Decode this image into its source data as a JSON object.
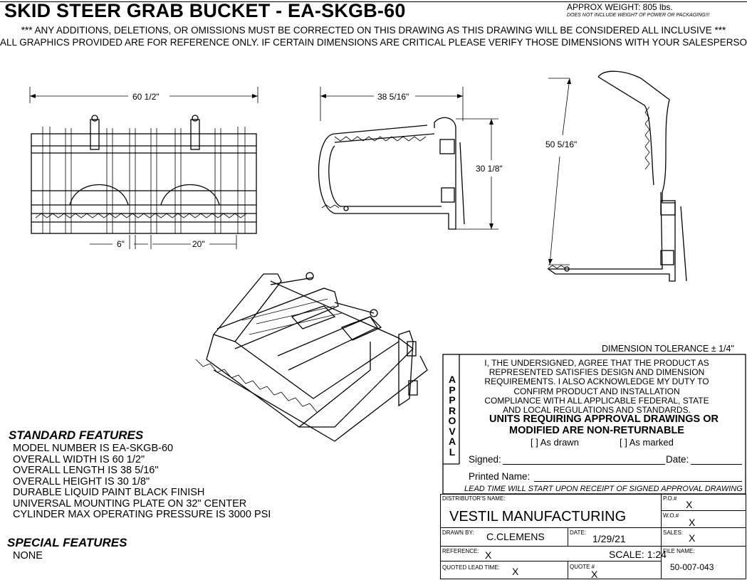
{
  "header": {
    "title": "SKID STEER GRAB BUCKET - EA-SKGB-60",
    "approx_weight": "APPROX WEIGHT: 805 lbs.",
    "weight_note": "DOES NOT INCLUDE WEIGHT OF POWER OR PACKAGING!!!",
    "warning_line1": "*** ANY ADDITIONS, DELETIONS, OR OMISSIONS MUST BE CORRECTED ON THIS DRAWING AS THIS DRAWING WILL BE CONSIDERED ALL INCLUSIVE ***",
    "warning_line2": "ALL GRAPHICS PROVIDED ARE FOR REFERENCE ONLY. IF CERTAIN DIMENSIONS ARE CRITICAL PLEASE VERIFY THOSE DIMENSIONS WITH YOUR SALESPERSON"
  },
  "dimensions": {
    "front_width": "60 1/2\"",
    "tine_spacing": "6\"",
    "tine_gap": "20\"",
    "side_length": "38 5/16\"",
    "side_height": "30 1/8\"",
    "open_height": "50 5/16\""
  },
  "standard_features": {
    "heading": "STANDARD FEATURES",
    "items": [
      "MODEL NUMBER IS EA-SKGB-60",
      "OVERALL WIDTH IS   60 1/2\"",
      "OVERALL LENGTH IS  38 5/16\"",
      "OVERALL HEIGHT IS  30 1/8\"",
      "DURABLE LIQUID PAINT BLACK FINISH",
      "UNIVERSAL MOUNTING PLATE ON 32\" CENTER",
      "CYLINDER MAX OPERATING PRESSURE IS 3000 PSI"
    ]
  },
  "special_features": {
    "heading": "SPECIAL FEATURES",
    "items": [
      "NONE"
    ]
  },
  "approval": {
    "tolerance": "DIMENSION TOLERANCE ± 1/4\"",
    "side_letters": [
      "A",
      "P",
      "P",
      "R",
      "O",
      "V",
      "A",
      "L"
    ],
    "statement": [
      "I, THE UNDERSIGNED, AGREE THAT THE PRODUCT AS",
      "REPRESENTED SATISFIES DESIGN AND DIMENSION",
      "REQUIREMENTS.  I ALSO ACKNOWLEDGE MY DUTY TO",
      "CONFIRM PRODUCT AND INSTALLATION",
      "COMPLIANCE WITH ALL APPLICABLE FEDERAL, STATE",
      "AND LOCAL REGULATIONS AND STANDARDS."
    ],
    "nonreturn_1": "UNITS REQUIRING APPROVAL DRAWINGS OR",
    "nonreturn_2": "MODIFIED ARE NON-RETURNABLE",
    "as_drawn": "[  ] As drawn",
    "as_marked": "[  ] As marked",
    "signed": "Signed:",
    "date": "Date:",
    "printed_name": "Printed Name:",
    "lead_time_note": "LEAD TIME WILL START UPON RECEIPT OF SIGNED APPROVAL DRAWING"
  },
  "title_block": {
    "distributor_label": "DISTRIBUTOR'S NAME:",
    "distributor": "VESTIL MANUFACTURING",
    "po_label": "P.O.#",
    "po": "X",
    "wo_label": "W.O.#",
    "wo": "X",
    "drawn_by_label": "DRAWN BY:",
    "drawn_by": "C.CLEMENS",
    "date_label": "DATE:",
    "date": "1/29/21",
    "sales_label": "SALES:",
    "sales": "X",
    "reference_label": "REFERENCE:",
    "reference": "X",
    "scale": "SCALE: 1:24",
    "file_name_label": "FILE NAME:",
    "file_name": "50-007-043",
    "quoted_lead_label": "QUOTED LEAD TIME:",
    "quoted_lead": "X",
    "quote_label": "QUOTE #",
    "quote": "X"
  }
}
